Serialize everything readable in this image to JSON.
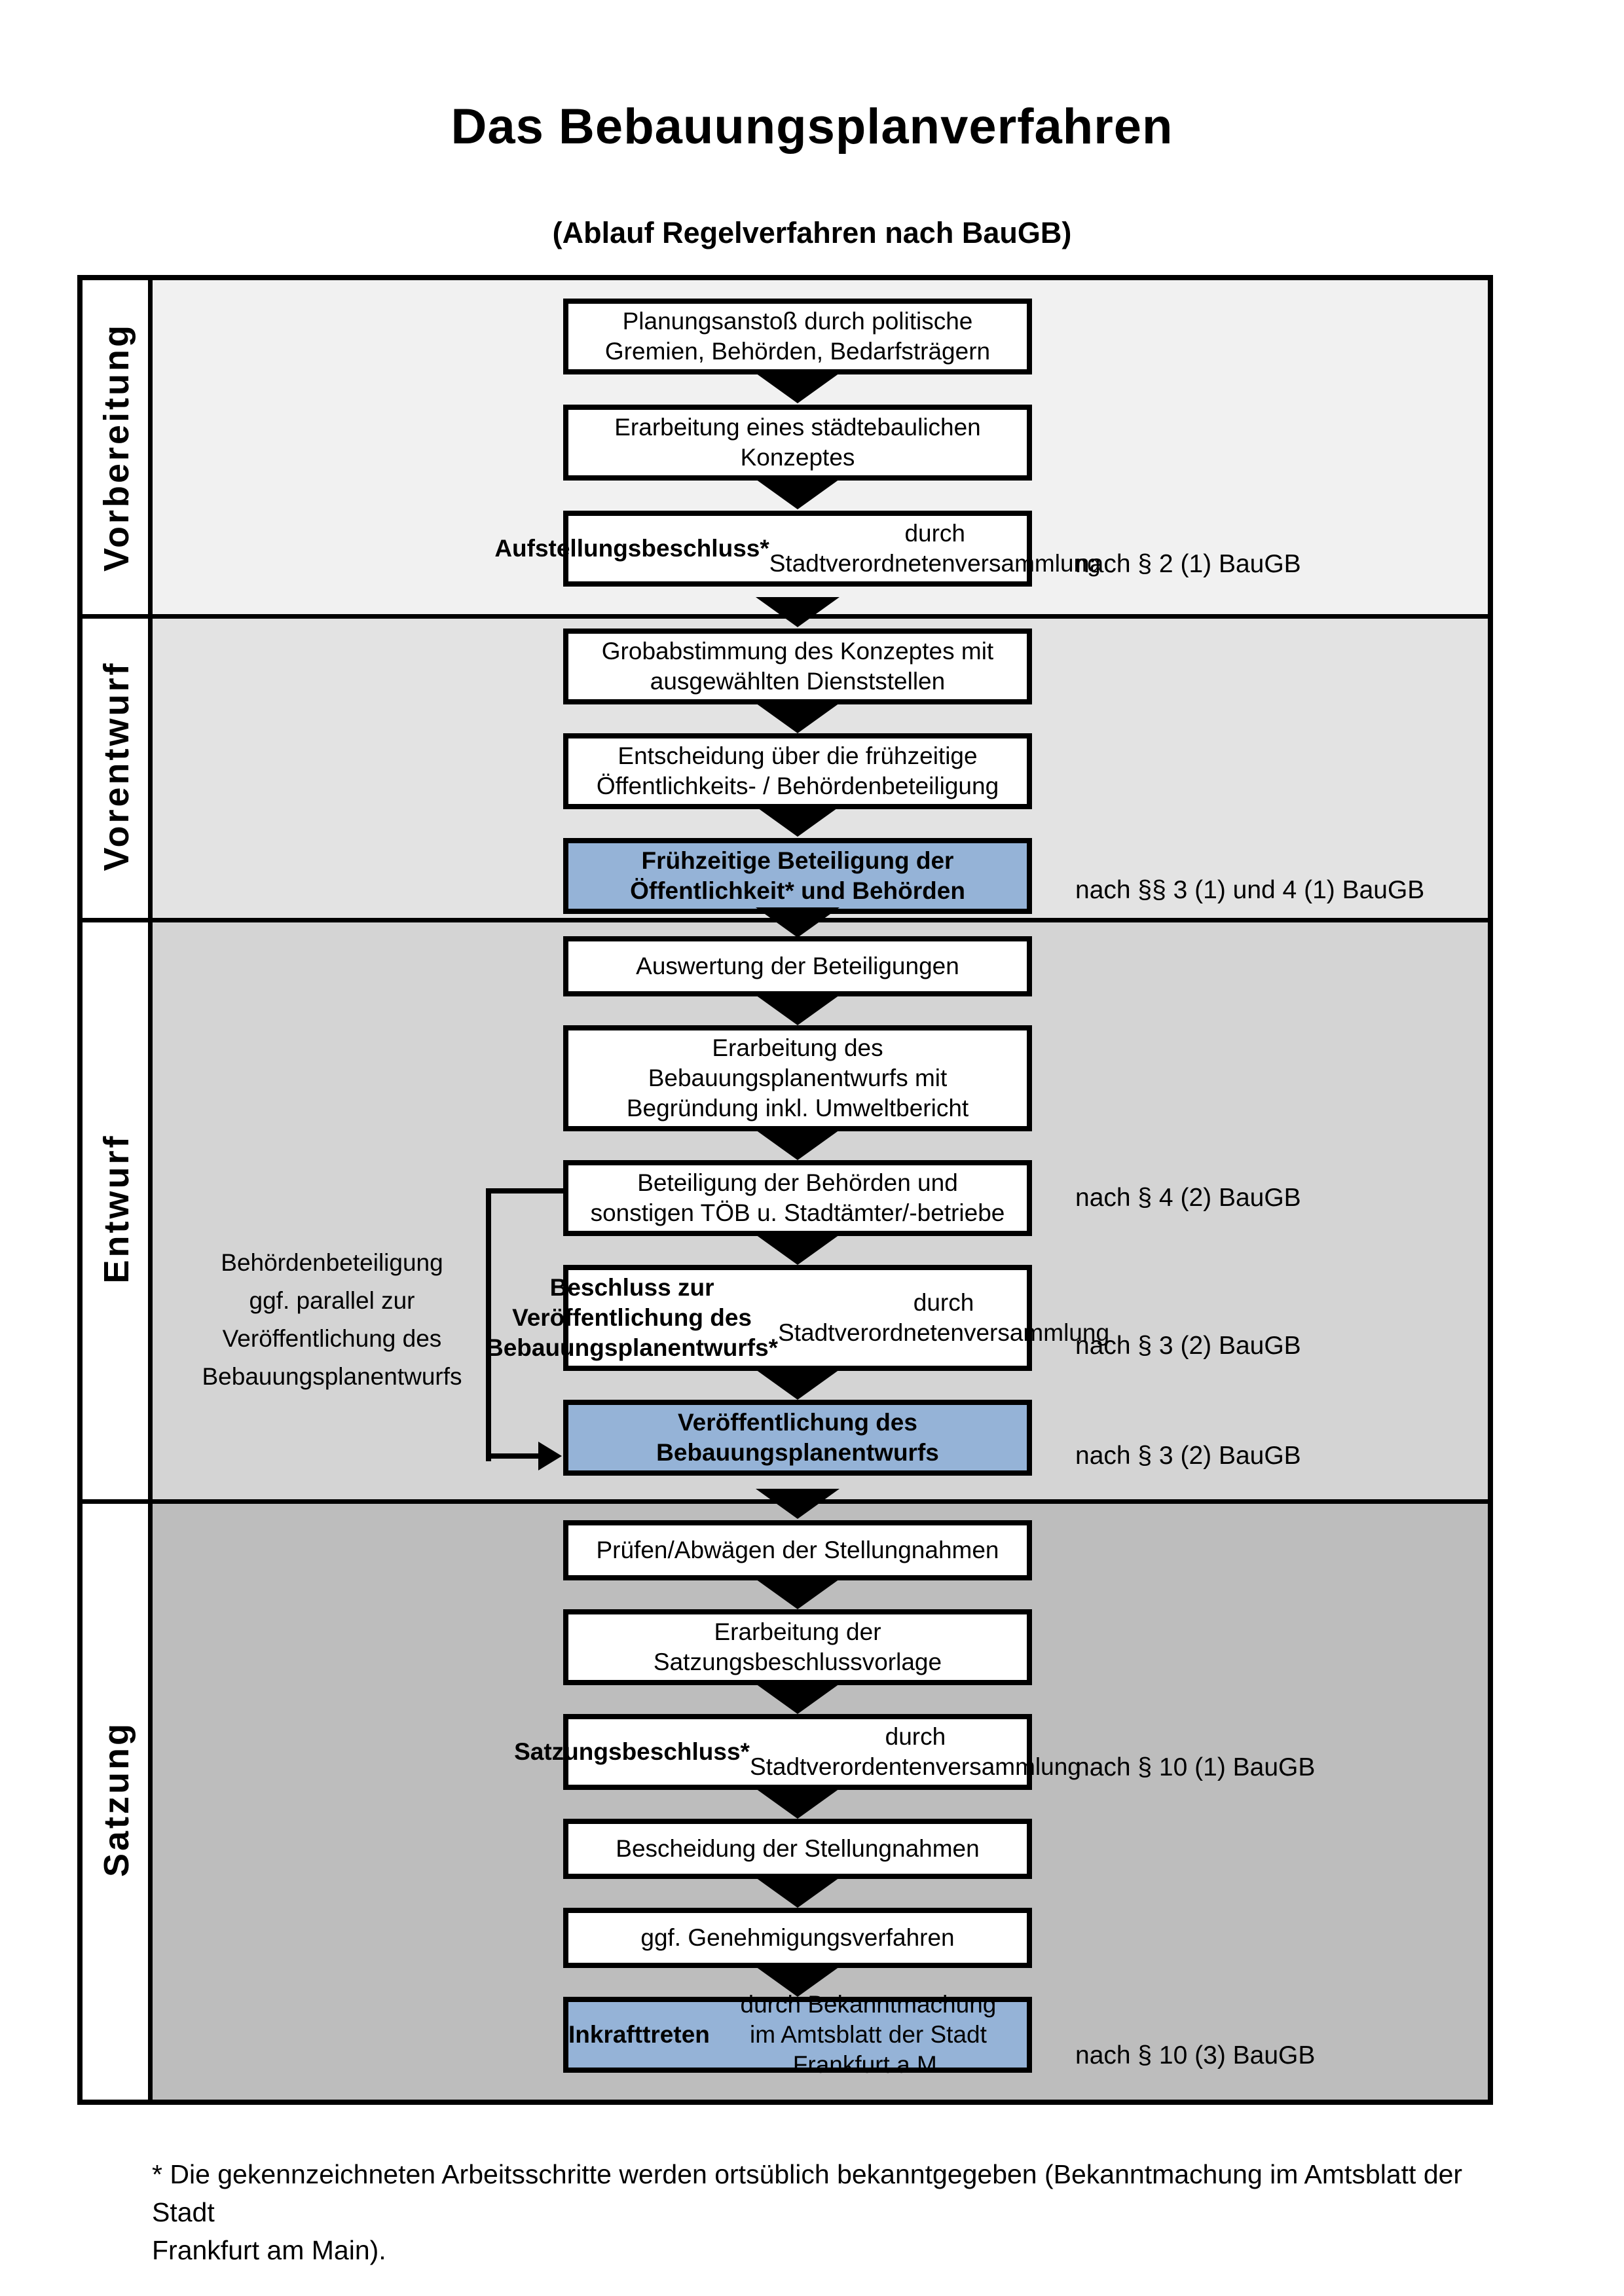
{
  "page": {
    "title": "Das Bebauungsplanverfahren",
    "subtitle": "(Ablauf Regelverfahren nach BauGB)",
    "footnote": "* Die gekennzeichneten Arbeitsschritte werden ortsüblich bekanntgegeben (Bekanntmachung im Amtsblatt  der Stadt\nFrankfurt am Main)."
  },
  "colors": {
    "highlight_blue": "#95b3d7",
    "border_black": "#000000",
    "band_vorbereitung": "#f1f1f1",
    "band_vorentwurf": "#e3e3e3",
    "band_entwurf": "#d4d4d4",
    "band_satzung": "#bdbdbd"
  },
  "phases": [
    {
      "label": "Vorbereitung"
    },
    {
      "label": "Vorentwurf"
    },
    {
      "label": "Entwurf"
    },
    {
      "label": "Satzung"
    }
  ],
  "annotation": {
    "text": "Behördenbeteiligung\nggf. parallel zur\nVeröffentlichung des\nBebauungsplanentwurfs"
  },
  "boxes": [
    {
      "id": "planungsanstoss",
      "highlight": false,
      "segments": [
        {
          "t": "Planungsanstoß durch politische\nGremien, Behörden, Bedarfsträgern",
          "b": false
        }
      ]
    },
    {
      "id": "staedtebauliches-konzept",
      "highlight": false,
      "segments": [
        {
          "t": "Erarbeitung eines städtebaulichen\nKonzeptes",
          "b": false
        }
      ]
    },
    {
      "id": "aufstellungsbeschluss",
      "highlight": false,
      "segments": [
        {
          "t": "Aufstellungsbeschluss*",
          "b": true
        },
        {
          "t": " durch\nStadtverordnetenversammlung",
          "b": false
        }
      ]
    },
    {
      "id": "grobabstimmung",
      "highlight": false,
      "segments": [
        {
          "t": "Grobabstimmung des Konzeptes mit\nausgewählten Dienststellen",
          "b": false
        }
      ]
    },
    {
      "id": "entscheidung-fruehzeitig",
      "highlight": false,
      "segments": [
        {
          "t": "Entscheidung über die frühzeitige\nÖffentlichkeits- / Behördenbeteiligung",
          "b": false
        }
      ]
    },
    {
      "id": "fruehzeitige-beteiligung",
      "highlight": true,
      "segments": [
        {
          "t": "Frühzeitige Beteiligung der\nÖffentlichkeit* und Behörden",
          "b": true
        }
      ]
    },
    {
      "id": "auswertung-beteiligungen",
      "highlight": false,
      "segments": [
        {
          "t": "Auswertung der Beteiligungen",
          "b": false
        }
      ]
    },
    {
      "id": "erarbeitung-bebauungsplanentwurf",
      "highlight": false,
      "segments": [
        {
          "t": "Erarbeitung des\nBebauungsplanentwurfs mit\nBegründung inkl. Umweltbericht",
          "b": false
        }
      ]
    },
    {
      "id": "beteiligung-behoerden-toeb",
      "highlight": false,
      "segments": [
        {
          "t": "Beteiligung der Behörden und\nsonstigen TÖB u. Stadtämter/-betriebe",
          "b": false
        }
      ]
    },
    {
      "id": "beschluss-veroeffentlichung",
      "highlight": false,
      "segments": [
        {
          "t": "Beschluss zur Veröffentlichung des\nBebauungsplanentwurfs*",
          "b": true
        },
        {
          "t": " durch\nStadtverordnetenversammlung",
          "b": false
        }
      ]
    },
    {
      "id": "veroeffentlichung-entwurf",
      "highlight": true,
      "segments": [
        {
          "t": "Veröffentlichung des\nBebauungsplanentwurfs",
          "b": true
        }
      ]
    },
    {
      "id": "pruefen-abwaegen",
      "highlight": false,
      "segments": [
        {
          "t": "Prüfen/Abwägen der Stellungnahmen",
          "b": false
        }
      ]
    },
    {
      "id": "satzungsbeschlussvorlage",
      "highlight": false,
      "segments": [
        {
          "t": "Erarbeitung der\nSatzungsbeschlussvorlage",
          "b": false
        }
      ]
    },
    {
      "id": "satzungsbeschluss",
      "highlight": false,
      "segments": [
        {
          "t": "Satzungsbeschluss*",
          "b": true
        },
        {
          "t": " durch\nStadtverordentenversammlung",
          "b": false
        }
      ]
    },
    {
      "id": "bescheidung-stellungnahmen",
      "highlight": false,
      "segments": [
        {
          "t": "Bescheidung der Stellungnahmen",
          "b": false
        }
      ]
    },
    {
      "id": "genehmigungsverfahren",
      "highlight": false,
      "segments": [
        {
          "t": "ggf. Genehmigungsverfahren",
          "b": false
        }
      ]
    },
    {
      "id": "inkrafttreten",
      "highlight": true,
      "segments": [
        {
          "t": "Inkrafttreten",
          "b": true
        },
        {
          "t": " durch Bekanntmachung\nim Amtsblatt der Stadt Frankfurt a.M.",
          "b": false
        }
      ]
    }
  ],
  "references": [
    {
      "text": "nach § 2 (1) BauGB"
    },
    {
      "text": "nach §§ 3 (1) und 4 (1) BauGB"
    },
    {
      "text": "nach § 4 (2) BauGB"
    },
    {
      "text": "nach § 3 (2) BauGB"
    },
    {
      "text": "nach § 3 (2) BauGB"
    },
    {
      "text": "nach § 10 (1) BauGB"
    },
    {
      "text": "nach § 10 (3) BauGB"
    }
  ]
}
